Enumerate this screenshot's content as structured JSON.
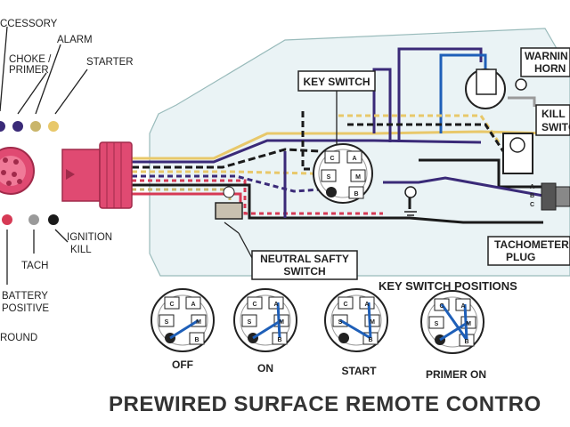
{
  "title": "PREWIRED SURFACE REMOTE CONTRO",
  "connector_labels": {
    "accessory": "CCESSORY",
    "alarm": "ALARM",
    "choke_primer_1": "CHOKE /",
    "choke_primer_2": "PRIMER",
    "starter": "STARTER",
    "ignition_kill_1": "IGNITION",
    "ignition_kill_2": "KILL",
    "tach": "TACH",
    "battery_positive_1": "BATTERY",
    "battery_positive_2": "POSITIVE",
    "ground": "ROUND"
  },
  "component_labels": {
    "key_switch": "KEY SWITCH",
    "warning_horn_1": "WARNIN",
    "warning_horn_2": "HORN",
    "kill_switch_1": "KILL",
    "kill_switch_2": "SWITC",
    "neutral_safety_1": "NEUTRAL SAFTY",
    "neutral_safety_2": "SWITCH",
    "tachometer_1": "TACHOMETER",
    "tachometer_2": "PLUG"
  },
  "key_switch_terminals": [
    "C",
    "A",
    "S",
    "M",
    "B"
  ],
  "key_switch_positions": {
    "heading": "KEY SWITCH POSITIONS",
    "positions": [
      "OFF",
      "ON",
      "START",
      "PRIMER ON"
    ]
  },
  "tach_plug_pins": [
    "A",
    "B",
    "C"
  ],
  "wire_colors": {
    "purple": "#3a2a78",
    "yellow": "#e8c86a",
    "tan": "#c9b56a",
    "black": "#1a1a1a",
    "red": "#d63a55",
    "blue": "#1e5fb8",
    "gray": "#9a9a9a",
    "connector_pink": "#e04a72",
    "panel_fill": "#eaf3f5"
  }
}
